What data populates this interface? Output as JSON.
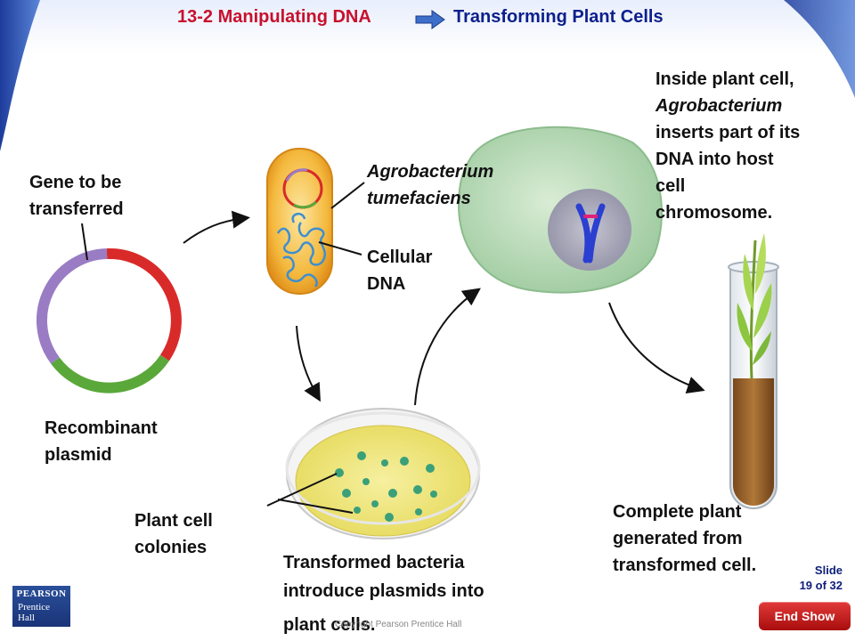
{
  "header": {
    "section": "13-2 Manipulating DNA",
    "title": "Transforming Plant Cells"
  },
  "labels": {
    "gene": "Gene to be transferred",
    "gene_l1": "Gene to be",
    "gene_l2": "transferred",
    "plasmid_l1": "Recombinant",
    "plasmid_l2": "plasmid",
    "agro_l1": "Agrobacterium",
    "agro_l2": "tumefaciens",
    "cellular_l1": "Cellular",
    "cellular_l2": "DNA",
    "inside": [
      "Inside plant cell,",
      "Agrobacterium",
      "inserts part of its",
      "DNA into host",
      "cell",
      "chromosome."
    ],
    "colonies_l1": "Plant cell",
    "colonies_l2": "colonies",
    "transformed": [
      "Transformed bacteria",
      "introduce plasmids into",
      "plant cells."
    ],
    "complete": [
      "Complete plant",
      "generated from",
      "transformed cell."
    ]
  },
  "footer": {
    "slide_label": "Slide",
    "slide_count": "19 of 32",
    "end_show": "End Show",
    "copyright": "Copyright Pearson Prentice Hall",
    "logo_line1": "PEARSON",
    "logo_line2": "Prentice",
    "logo_line3": "Hall"
  },
  "colors": {
    "section_red": "#c8102e",
    "title_blue": "#0c1f8c",
    "end_show_red": "#c41e1e"
  }
}
